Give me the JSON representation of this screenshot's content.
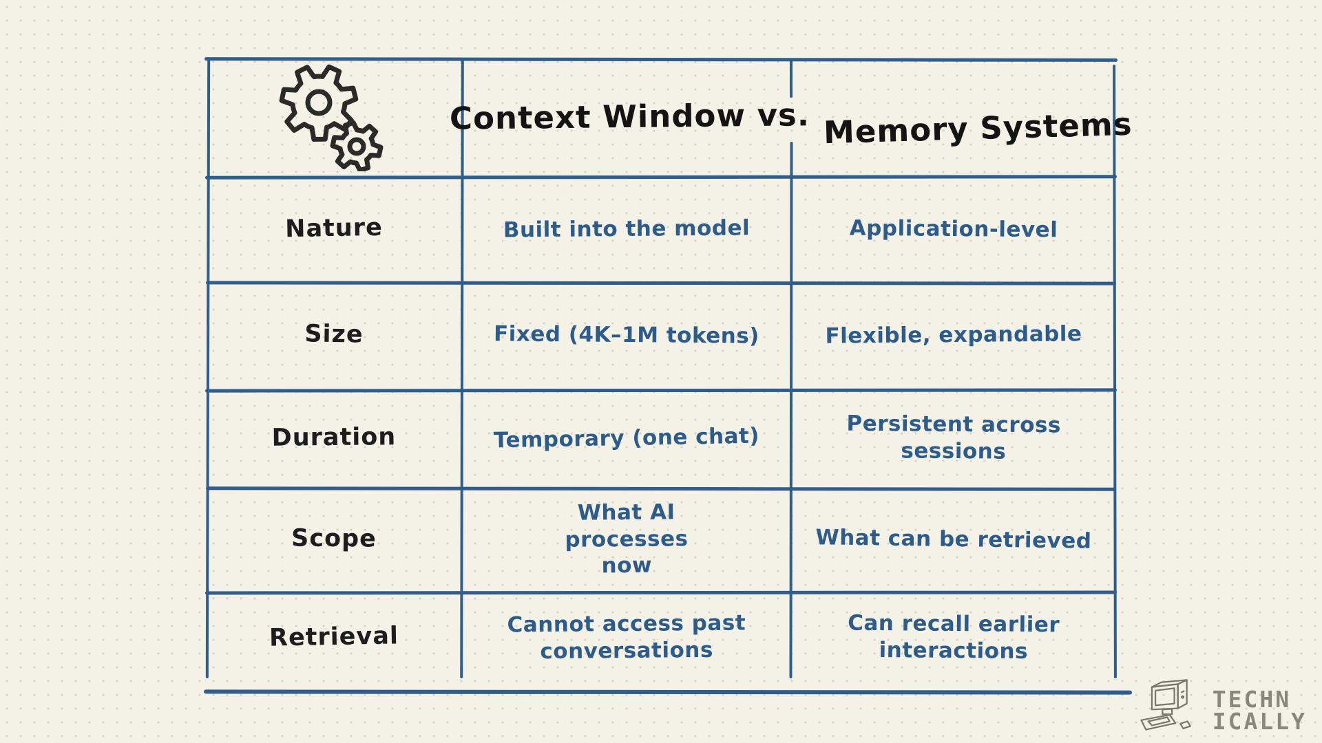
{
  "table": {
    "title": {
      "part1": "Context Window vs.",
      "part2": "Memory Systems"
    },
    "header_icon": "gears-icon",
    "columns": [
      "attribute",
      "context_window",
      "memory_systems"
    ],
    "rows": [
      {
        "label": "Nature",
        "context_window": "Built into the model",
        "memory_systems": "Application-level"
      },
      {
        "label": "Size",
        "context_window": "Fixed (4K–1M tokens)",
        "memory_systems": "Flexible, expandable"
      },
      {
        "label": "Duration",
        "context_window": "Temporary (one chat)",
        "memory_systems": "Persistent across sessions"
      },
      {
        "label": "Scope",
        "context_window": "What AI processes now",
        "memory_systems": "What can be retrieved"
      },
      {
        "label": "Retrieval",
        "context_window": "Cannot access past conversations",
        "memory_systems": "Can recall earlier interactions"
      }
    ]
  },
  "logo": {
    "line1": "TECHN",
    "line2": "ICALLY",
    "icon": "retro-computer-icon"
  },
  "colors": {
    "background": "#f4f1e6",
    "dot_grid": "#d7d3c4",
    "ink_blue": "#2e5c8a",
    "border_blue": "#2f5d8c",
    "ink_black": "#1d1d1f",
    "logo_gray": "#8b887b"
  }
}
